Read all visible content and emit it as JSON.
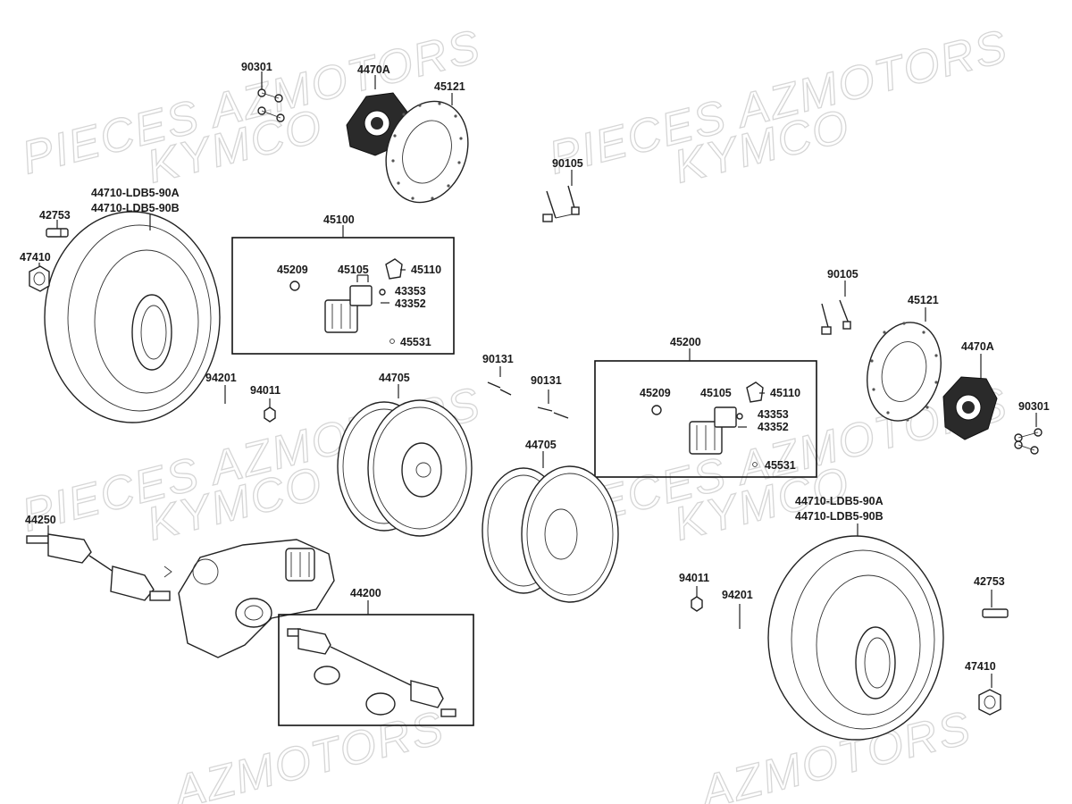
{
  "watermarks": {
    "pieces_azmotors": "PIECES AZMOTORS",
    "kymco": "KYMCO",
    "azmotors": "AZMOTORS"
  },
  "labels": {
    "p90301_top": "90301",
    "p4470A_top": "4470A",
    "p45121_top": "45121",
    "p90105_top": "90105",
    "p44710a_left": "44710-LDB5-90A",
    "p44710b_left": "44710-LDB5-90B",
    "p42753_left": "42753",
    "p47410_left": "47410",
    "p45100": "45100",
    "p45209_left": "45209",
    "p45105_left": "45105",
    "p45110_left": "45110",
    "p43353_left": "43353",
    "p43352_left": "43352",
    "p45531_left": "45531",
    "p94201_left": "94201",
    "p94011_left": "94011",
    "p44705_left": "44705",
    "p90131_a": "90131",
    "p90131_b": "90131",
    "p45200": "45200",
    "p45209_right": "45209",
    "p45105_right": "45105",
    "p45110_right": "45110",
    "p43353_right": "43353",
    "p43352_right": "43352",
    "p45531_right": "45531",
    "p90105_right": "90105",
    "p45121_right": "45121",
    "p4470A_right": "4470A",
    "p90301_right": "90301",
    "p44705_mid": "44705",
    "p44250": "44250",
    "p44200": "44200",
    "p44710a_right": "44710-LDB5-90A",
    "p44710b_right": "44710-LDB5-90B",
    "p94011_right": "94011",
    "p94201_right": "94201",
    "p42753_right": "42753",
    "p47410_right": "47410"
  }
}
